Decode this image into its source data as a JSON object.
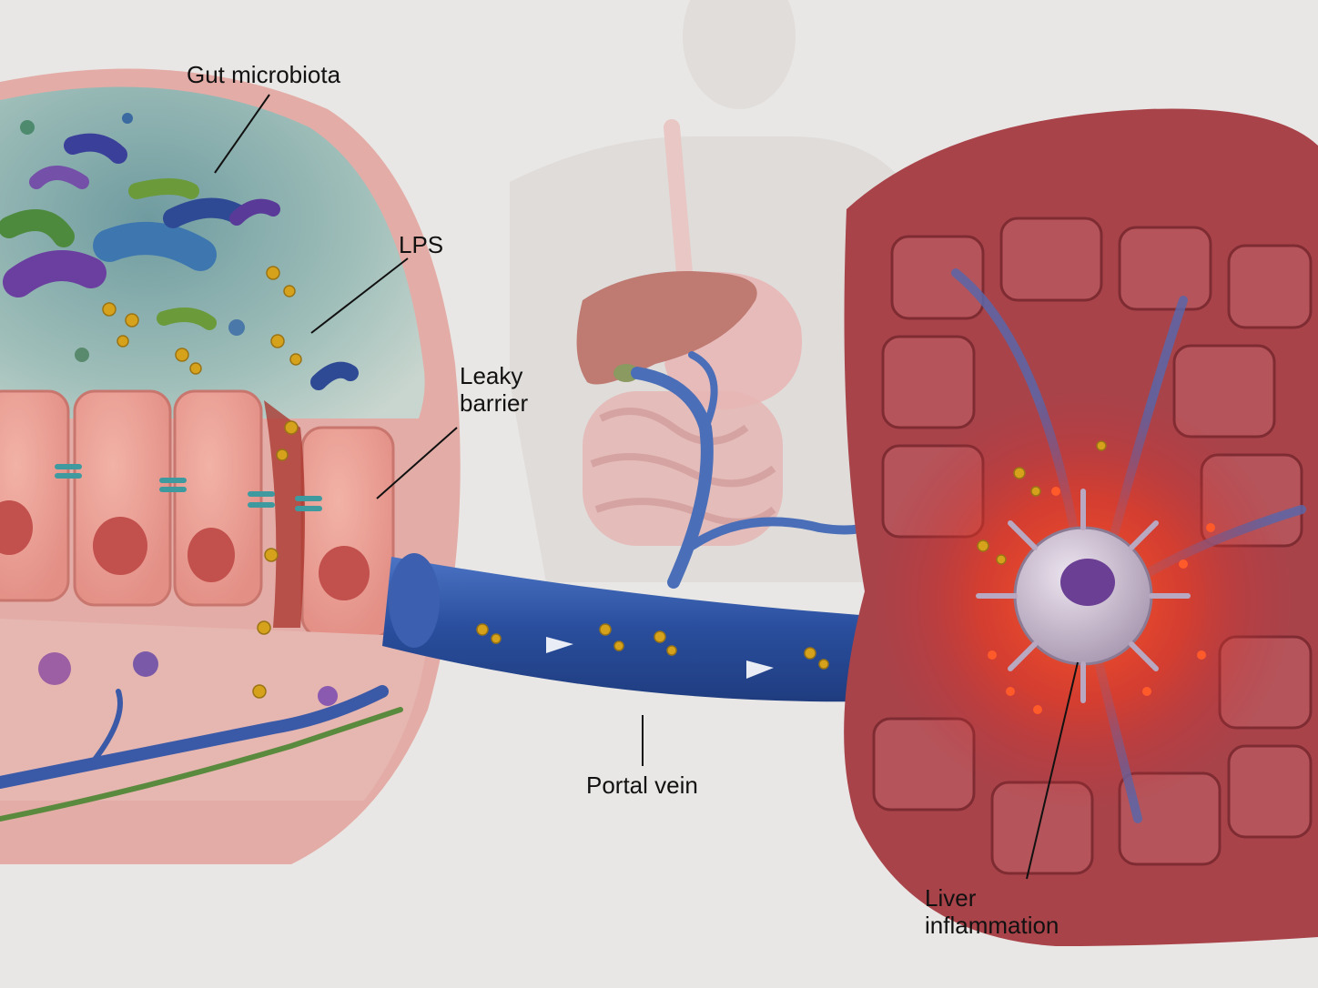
{
  "labels": {
    "gut_microbiota": "Gut microbiota",
    "lps": "LPS",
    "leaky_barrier": "Leaky\nbarrier",
    "portal_vein": "Portal vein",
    "liver_inflammation": "Liver\ninflammation"
  },
  "colors": {
    "background": "#e9e7e5",
    "gut_wall": "#e9a9a2",
    "epithelium": "#ef9f94",
    "lumen": "#8fb3b0",
    "portal_vein": "#2f56a8",
    "liver_tissue": "#a9434a",
    "inflammation": "#ff3a1a",
    "lps_molecule": "#d6a21c",
    "kupffer_cell": "#c6b7cc"
  }
}
